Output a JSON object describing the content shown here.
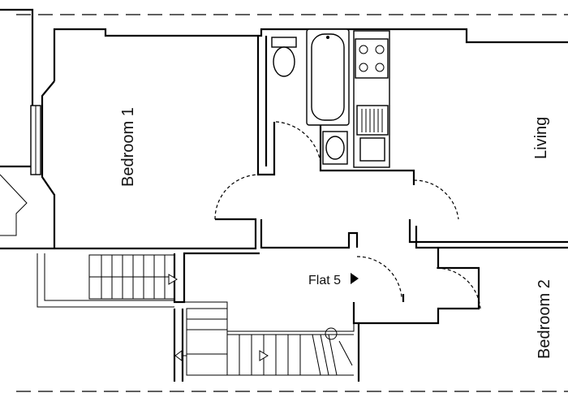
{
  "rooms": {
    "bedroom1": "Bedroom 1",
    "living": "Living",
    "bedroom2": "Bedroom 2"
  },
  "flat_label": "Flat 5"
}
